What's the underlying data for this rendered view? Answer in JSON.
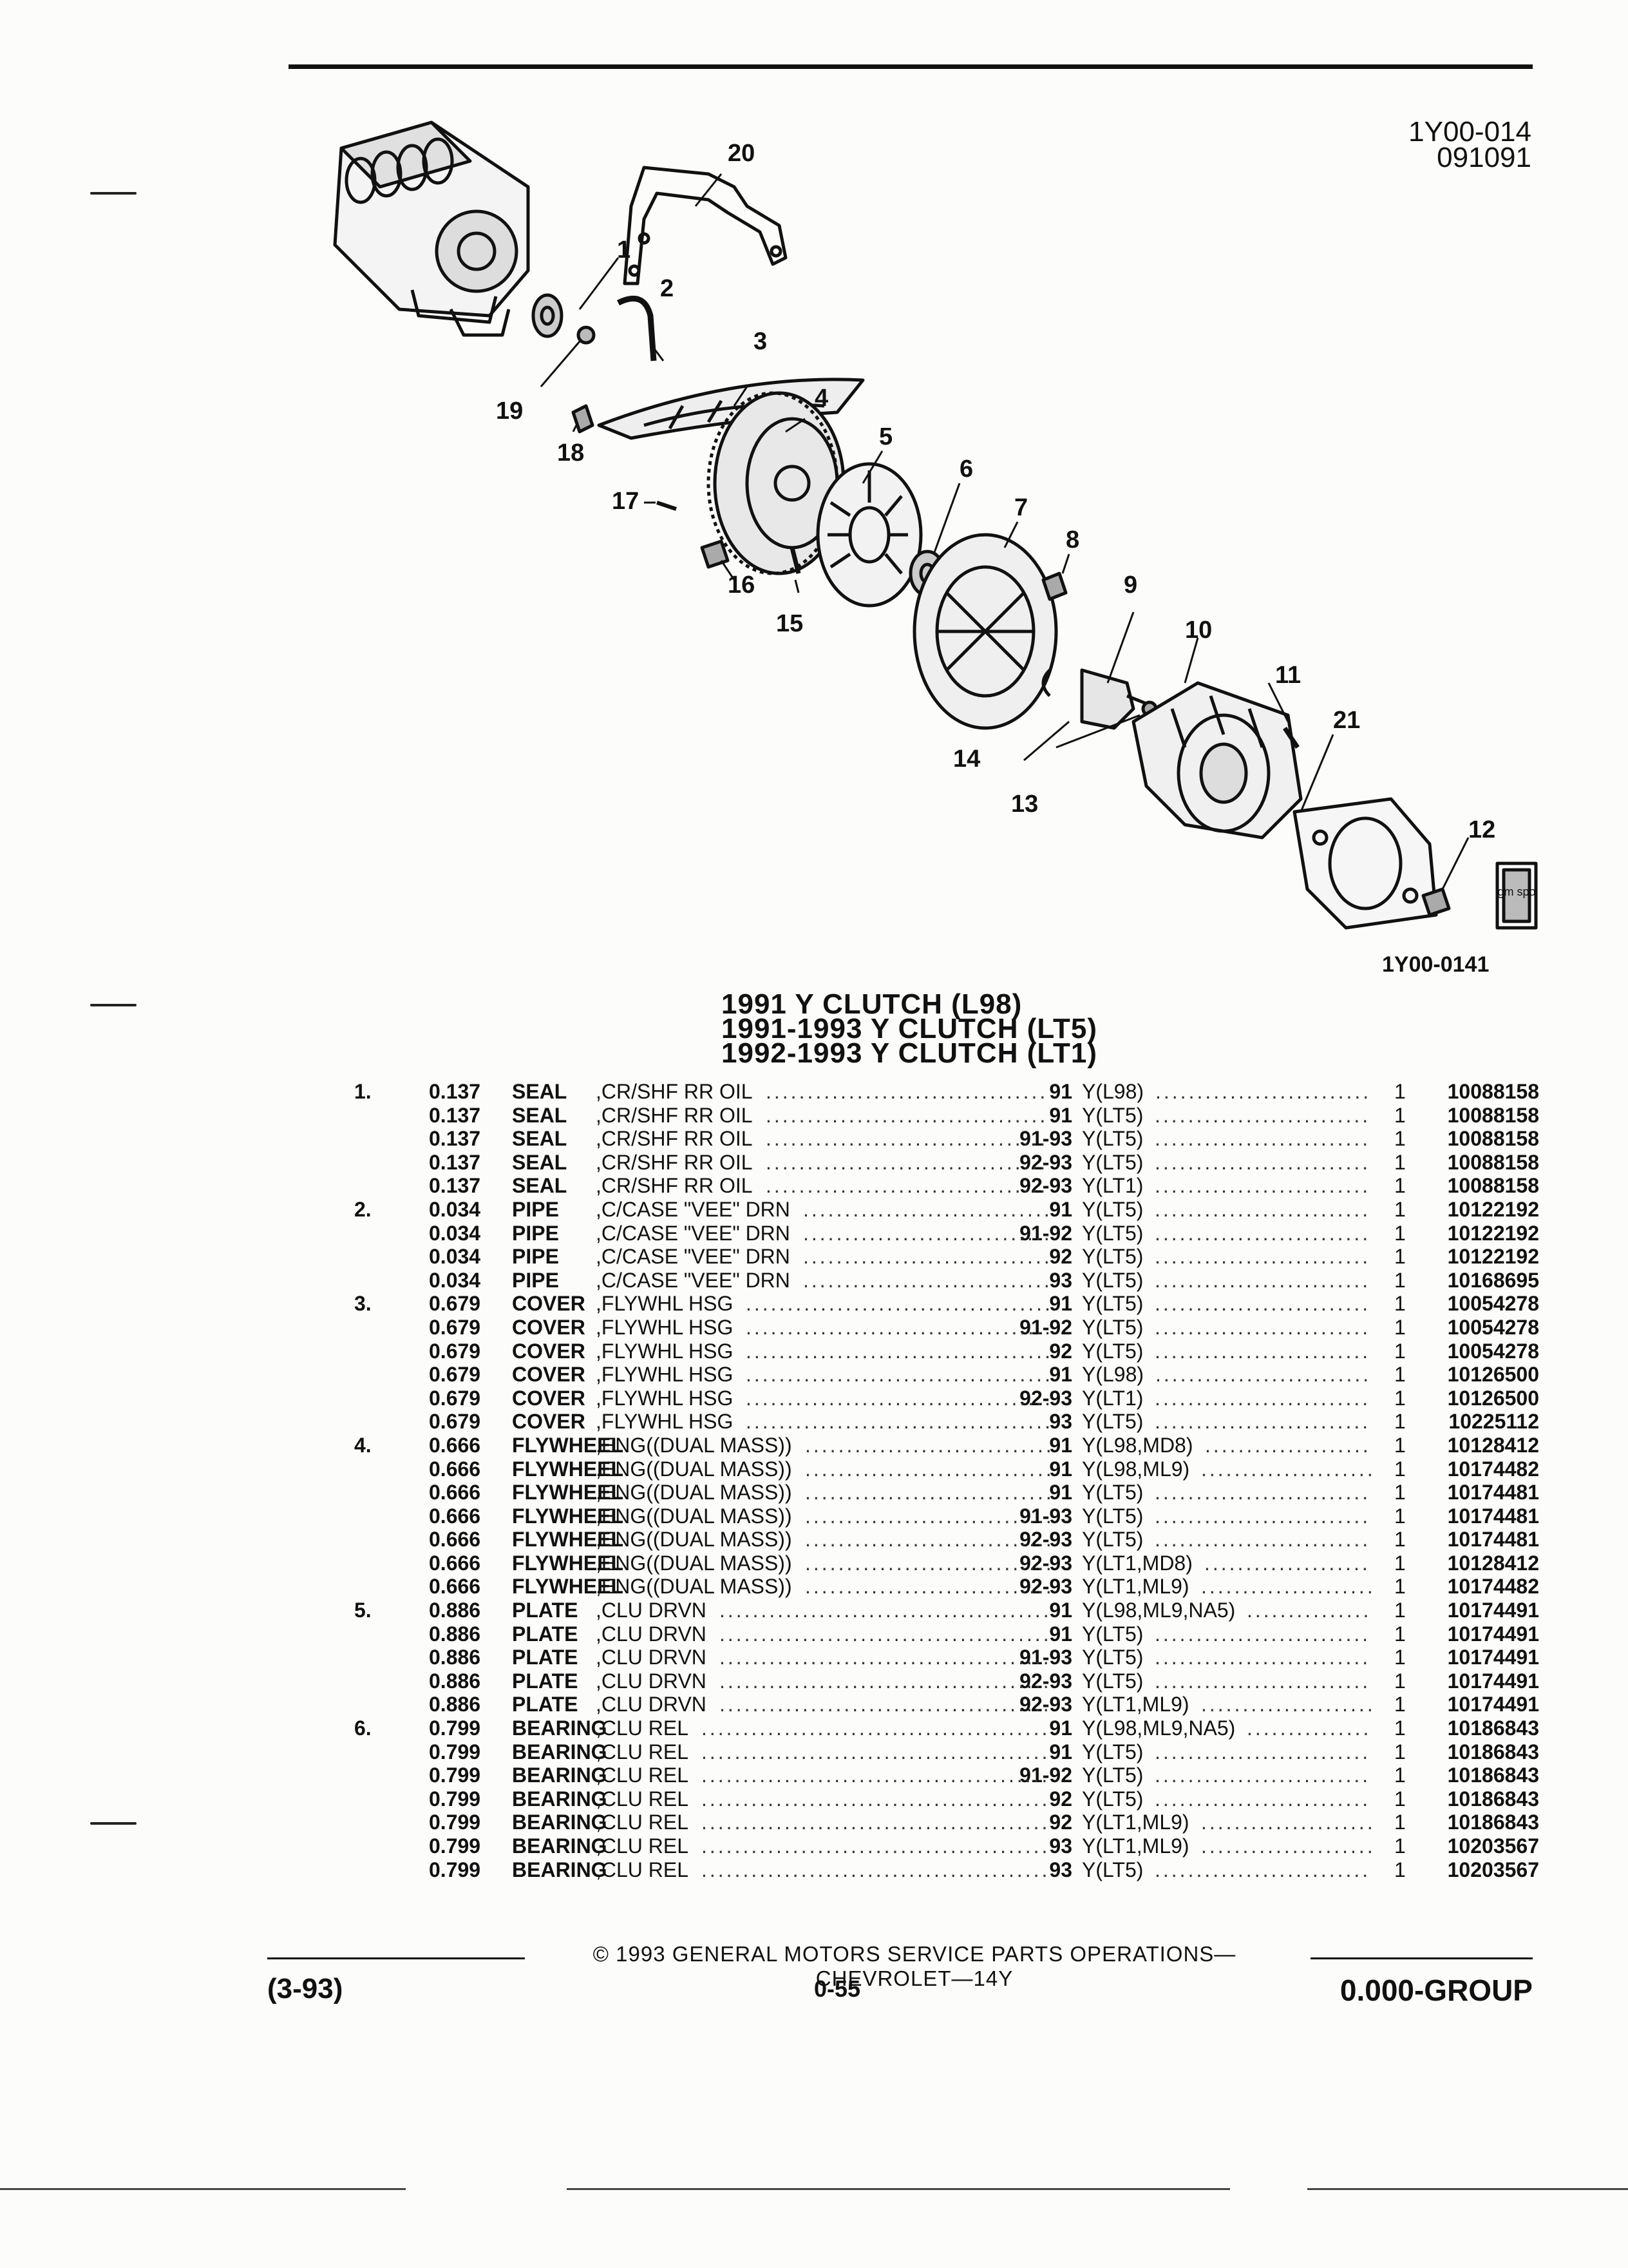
{
  "figure": {
    "code_line1": "1Y00-014",
    "code_line2": "091091",
    "caption": "1Y00-0141",
    "callouts": [
      "1",
      "2",
      "3",
      "4",
      "5",
      "6",
      "7",
      "8",
      "9",
      "10",
      "11",
      "12",
      "13",
      "14",
      "15",
      "16",
      "17",
      "18",
      "19",
      "20",
      "21"
    ],
    "logo_text": "gm spo"
  },
  "titles": [
    "1991 Y CLUTCH (L98)",
    "1991-1993 Y CLUTCH (LT5)",
    "1992-1993 Y CLUTCH (LT1)"
  ],
  "parts": [
    {
      "idx": "1.",
      "grp": "0.137",
      "name": "SEAL",
      "desc": ",CR/SHF RR OIL",
      "yr": "91",
      "model": "Y(L98)",
      "qty": "1",
      "pn": "10088158"
    },
    {
      "idx": "",
      "grp": "0.137",
      "name": "SEAL",
      "desc": ",CR/SHF RR OIL",
      "yr": "91",
      "model": "Y(LT5)",
      "qty": "1",
      "pn": "10088158"
    },
    {
      "idx": "",
      "grp": "0.137",
      "name": "SEAL",
      "desc": ",CR/SHF RR OIL",
      "yr": "91-93",
      "model": "Y(LT5)",
      "qty": "1",
      "pn": "10088158"
    },
    {
      "idx": "",
      "grp": "0.137",
      "name": "SEAL",
      "desc": ",CR/SHF RR OIL",
      "yr": "92-93",
      "model": "Y(LT5)",
      "qty": "1",
      "pn": "10088158"
    },
    {
      "idx": "",
      "grp": "0.137",
      "name": "SEAL",
      "desc": ",CR/SHF RR OIL",
      "yr": "92-93",
      "model": "Y(LT1)",
      "qty": "1",
      "pn": "10088158"
    },
    {
      "idx": "2.",
      "grp": "0.034",
      "name": "PIPE",
      "desc": ",C/CASE \"VEE\" DRN",
      "yr": "91",
      "model": "Y(LT5)",
      "qty": "1",
      "pn": "10122192"
    },
    {
      "idx": "",
      "grp": "0.034",
      "name": "PIPE",
      "desc": ",C/CASE \"VEE\" DRN",
      "yr": "91-92",
      "model": "Y(LT5)",
      "qty": "1",
      "pn": "10122192"
    },
    {
      "idx": "",
      "grp": "0.034",
      "name": "PIPE",
      "desc": ",C/CASE \"VEE\" DRN",
      "yr": "92",
      "model": "Y(LT5)",
      "qty": "1",
      "pn": "10122192"
    },
    {
      "idx": "",
      "grp": "0.034",
      "name": "PIPE",
      "desc": ",C/CASE \"VEE\" DRN",
      "yr": "93",
      "model": "Y(LT5)",
      "qty": "1",
      "pn": "10168695"
    },
    {
      "idx": "3.",
      "grp": "0.679",
      "name": "COVER",
      "desc": ",FLYWHL HSG",
      "yr": "91",
      "model": "Y(LT5)",
      "qty": "1",
      "pn": "10054278"
    },
    {
      "idx": "",
      "grp": "0.679",
      "name": "COVER",
      "desc": ",FLYWHL HSG",
      "yr": "91-92",
      "model": "Y(LT5)",
      "qty": "1",
      "pn": "10054278"
    },
    {
      "idx": "",
      "grp": "0.679",
      "name": "COVER",
      "desc": ",FLYWHL HSG",
      "yr": "92",
      "model": "Y(LT5)",
      "qty": "1",
      "pn": "10054278"
    },
    {
      "idx": "",
      "grp": "0.679",
      "name": "COVER",
      "desc": ",FLYWHL HSG",
      "yr": "91",
      "model": "Y(L98)",
      "qty": "1",
      "pn": "10126500"
    },
    {
      "idx": "",
      "grp": "0.679",
      "name": "COVER",
      "desc": ",FLYWHL HSG",
      "yr": "92-93",
      "model": "Y(LT1)",
      "qty": "1",
      "pn": "10126500"
    },
    {
      "idx": "",
      "grp": "0.679",
      "name": "COVER",
      "desc": ",FLYWHL HSG",
      "yr": "93",
      "model": "Y(LT5)",
      "qty": "1",
      "pn": "10225112"
    },
    {
      "idx": "4.",
      "grp": "0.666",
      "name": "FLYWHEEL",
      "desc": ",ENG((DUAL MASS))",
      "yr": "91",
      "model": "Y(L98,MD8)",
      "qty": "1",
      "pn": "10128412"
    },
    {
      "idx": "",
      "grp": "0.666",
      "name": "FLYWHEEL",
      "desc": ",ENG((DUAL MASS))",
      "yr": "91",
      "model": "Y(L98,ML9)",
      "qty": "1",
      "pn": "10174482"
    },
    {
      "idx": "",
      "grp": "0.666",
      "name": "FLYWHEEL",
      "desc": ",ENG((DUAL MASS))",
      "yr": "91",
      "model": "Y(LT5)",
      "qty": "1",
      "pn": "10174481"
    },
    {
      "idx": "",
      "grp": "0.666",
      "name": "FLYWHEEL",
      "desc": ",ENG((DUAL MASS))",
      "yr": "91-93",
      "model": "Y(LT5)",
      "qty": "1",
      "pn": "10174481"
    },
    {
      "idx": "",
      "grp": "0.666",
      "name": "FLYWHEEL",
      "desc": ",ENG((DUAL MASS))",
      "yr": "92-93",
      "model": "Y(LT5)",
      "qty": "1",
      "pn": "10174481"
    },
    {
      "idx": "",
      "grp": "0.666",
      "name": "FLYWHEEL",
      "desc": ",ENG((DUAL MASS))",
      "yr": "92-93",
      "model": "Y(LT1,MD8)",
      "qty": "1",
      "pn": "10128412"
    },
    {
      "idx": "",
      "grp": "0.666",
      "name": "FLYWHEEL",
      "desc": ",ENG((DUAL MASS))",
      "yr": "92-93",
      "model": "Y(LT1,ML9)",
      "qty": "1",
      "pn": "10174482"
    },
    {
      "idx": "5.",
      "grp": "0.886",
      "name": "PLATE",
      "desc": ",CLU DRVN",
      "yr": "91",
      "model": "Y(L98,ML9,NA5)",
      "qty": "1",
      "pn": "10174491"
    },
    {
      "idx": "",
      "grp": "0.886",
      "name": "PLATE",
      "desc": ",CLU DRVN",
      "yr": "91",
      "model": "Y(LT5)",
      "qty": "1",
      "pn": "10174491"
    },
    {
      "idx": "",
      "grp": "0.886",
      "name": "PLATE",
      "desc": ",CLU DRVN",
      "yr": "91-93",
      "model": "Y(LT5)",
      "qty": "1",
      "pn": "10174491"
    },
    {
      "idx": "",
      "grp": "0.886",
      "name": "PLATE",
      "desc": ",CLU DRVN",
      "yr": "92-93",
      "model": "Y(LT5)",
      "qty": "1",
      "pn": "10174491"
    },
    {
      "idx": "",
      "grp": "0.886",
      "name": "PLATE",
      "desc": ",CLU DRVN",
      "yr": "92-93",
      "model": "Y(LT1,ML9)",
      "qty": "1",
      "pn": "10174491"
    },
    {
      "idx": "6.",
      "grp": "0.799",
      "name": "BEARING",
      "desc": ",CLU REL",
      "yr": "91",
      "model": "Y(L98,ML9,NA5)",
      "qty": "1",
      "pn": "10186843"
    },
    {
      "idx": "",
      "grp": "0.799",
      "name": "BEARING",
      "desc": ",CLU REL",
      "yr": "91",
      "model": "Y(LT5)",
      "qty": "1",
      "pn": "10186843"
    },
    {
      "idx": "",
      "grp": "0.799",
      "name": "BEARING",
      "desc": ",CLU REL",
      "yr": "91-92",
      "model": "Y(LT5)",
      "qty": "1",
      "pn": "10186843"
    },
    {
      "idx": "",
      "grp": "0.799",
      "name": "BEARING",
      "desc": ",CLU REL",
      "yr": "92",
      "model": "Y(LT5)",
      "qty": "1",
      "pn": "10186843"
    },
    {
      "idx": "",
      "grp": "0.799",
      "name": "BEARING",
      "desc": ",CLU REL",
      "yr": "92",
      "model": "Y(LT1,ML9)",
      "qty": "1",
      "pn": "10186843"
    },
    {
      "idx": "",
      "grp": "0.799",
      "name": "BEARING",
      "desc": ",CLU REL",
      "yr": "93",
      "model": "Y(LT1,ML9)",
      "qty": "1",
      "pn": "10203567"
    },
    {
      "idx": "",
      "grp": "0.799",
      "name": "BEARING",
      "desc": ",CLU REL",
      "yr": "93",
      "model": "Y(LT5)",
      "qty": "1",
      "pn": "10203567"
    }
  ],
  "footer": {
    "copyright": "© 1993 GENERAL MOTORS SERVICE PARTS OPERATIONS—CHEVROLET—14Y",
    "page": "0-55",
    "date": "(3-93)",
    "group": "0.000-GROUP"
  }
}
